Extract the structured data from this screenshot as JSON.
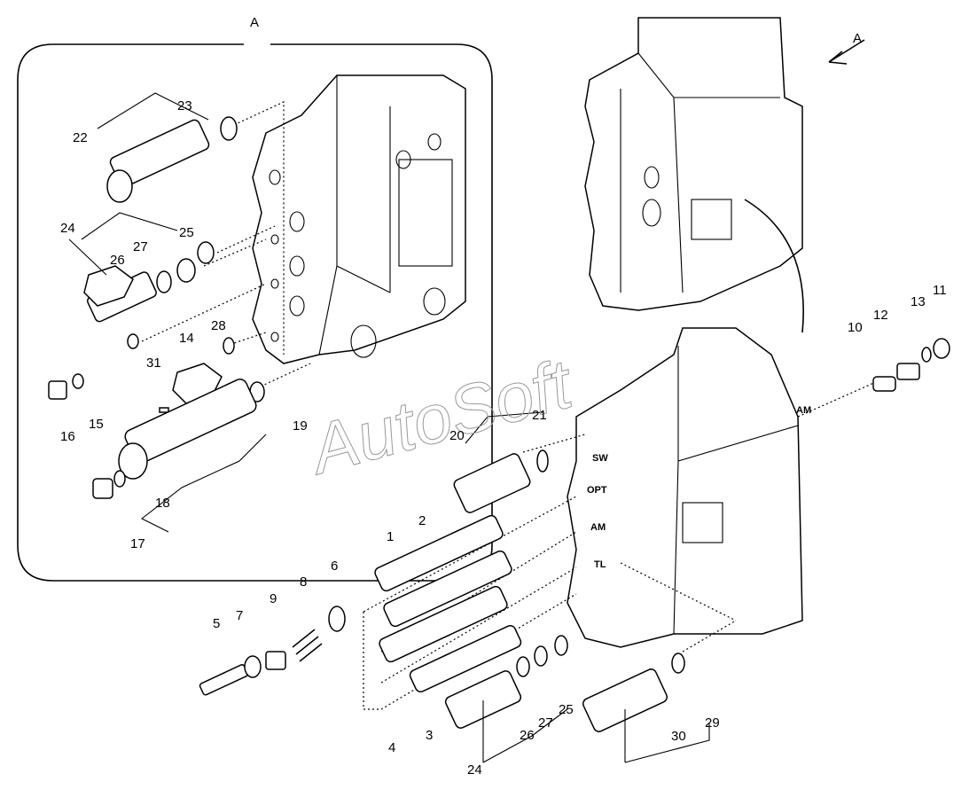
{
  "view_label": "A",
  "watermark": "AutoSoft",
  "callouts": [
    {
      "id": "inset-view-a",
      "text": "A"
    },
    {
      "id": "arrow-view-a",
      "text": "A"
    },
    {
      "id": "p23",
      "text": "23"
    },
    {
      "id": "p22",
      "text": "22"
    },
    {
      "id": "p24a",
      "text": "24"
    },
    {
      "id": "p25a",
      "text": "25"
    },
    {
      "id": "p27a",
      "text": "27"
    },
    {
      "id": "p26a",
      "text": "26"
    },
    {
      "id": "p14",
      "text": "14"
    },
    {
      "id": "p28",
      "text": "28"
    },
    {
      "id": "p31",
      "text": "31"
    },
    {
      "id": "p15",
      "text": "15"
    },
    {
      "id": "p16",
      "text": "16"
    },
    {
      "id": "p19",
      "text": "19"
    },
    {
      "id": "p18",
      "text": "18"
    },
    {
      "id": "p17",
      "text": "17"
    },
    {
      "id": "p10",
      "text": "10"
    },
    {
      "id": "p12",
      "text": "12"
    },
    {
      "id": "p13",
      "text": "13"
    },
    {
      "id": "p11",
      "text": "11"
    },
    {
      "id": "p20",
      "text": "20"
    },
    {
      "id": "p21",
      "text": "21"
    },
    {
      "id": "p1",
      "text": "1"
    },
    {
      "id": "p2",
      "text": "2"
    },
    {
      "id": "p6",
      "text": "6"
    },
    {
      "id": "p8",
      "text": "8"
    },
    {
      "id": "p9",
      "text": "9"
    },
    {
      "id": "p7",
      "text": "7"
    },
    {
      "id": "p5",
      "text": "5"
    },
    {
      "id": "p4",
      "text": "4"
    },
    {
      "id": "p3",
      "text": "3"
    },
    {
      "id": "p24b",
      "text": "24"
    },
    {
      "id": "p26b",
      "text": "26"
    },
    {
      "id": "p27b",
      "text": "27"
    },
    {
      "id": "p25b",
      "text": "25"
    },
    {
      "id": "p30",
      "text": "30"
    },
    {
      "id": "p29",
      "text": "29"
    }
  ],
  "port_labels": [
    {
      "id": "am-side",
      "text": "AM"
    },
    {
      "id": "sw",
      "text": "SW"
    },
    {
      "id": "opt",
      "text": "OPT"
    },
    {
      "id": "am",
      "text": "AM"
    },
    {
      "id": "tl",
      "text": "TL"
    }
  ]
}
